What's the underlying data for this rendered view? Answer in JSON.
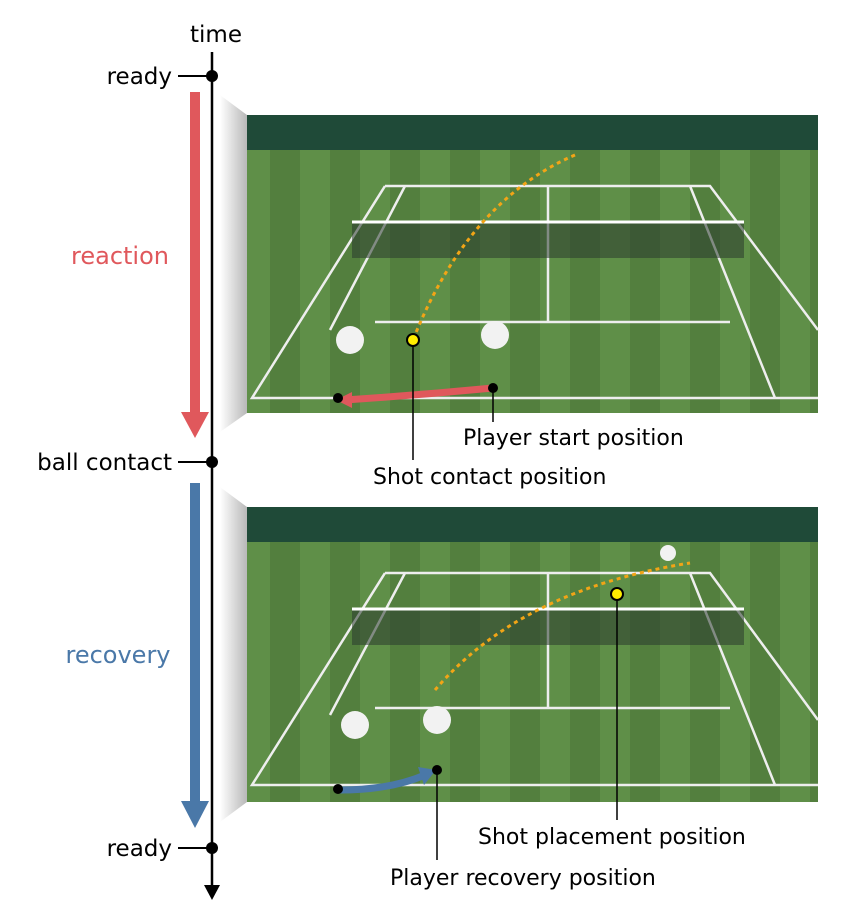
{
  "timeline": {
    "axis_label": "time",
    "events": [
      "ready",
      "ball contact",
      "ready"
    ],
    "phases": [
      {
        "label": "reaction",
        "color": "#e0585c"
      },
      {
        "label": "recovery",
        "color": "#4a78a8"
      }
    ]
  },
  "panels": [
    {
      "annotations": [
        "Player start position",
        "Shot contact position"
      ]
    },
    {
      "annotations": [
        "Shot placement position",
        "Player recovery position"
      ]
    }
  ],
  "colors": {
    "ball": "#ffee00",
    "trajectory": "#f2a516",
    "grass": "#5b8a45"
  }
}
